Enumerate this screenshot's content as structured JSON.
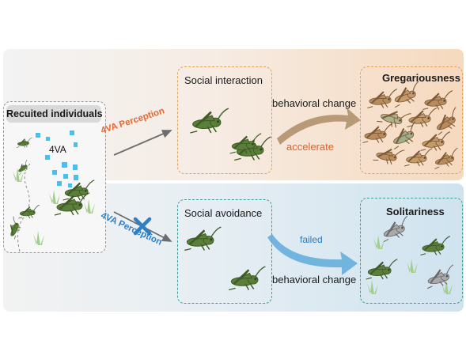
{
  "recruited": {
    "title": "Recuited individuals",
    "odor_label": "4VA"
  },
  "pathway_top": {
    "perception_label": "4VA Perception",
    "stage_title": "Social interaction",
    "change_label": "behavioral change",
    "effect_label": "accelerate",
    "outcome_title": "Gregariousness"
  },
  "pathway_bottom": {
    "perception_label": "4VA Perception",
    "stage_title": "Social avoidance",
    "change_label": "behavioral change",
    "effect_label": "failed",
    "outcome_title": "Solitariness"
  },
  "colors": {
    "gregarious_accent": "#e9652d",
    "solitary_accent": "#2f7fc5",
    "locust_green": "#5b7f3a",
    "locust_brown": "#b98c5e",
    "locust_gray": "#a9a9a9",
    "grass": "#9fd08a",
    "odor_dots": "#48bff0"
  }
}
